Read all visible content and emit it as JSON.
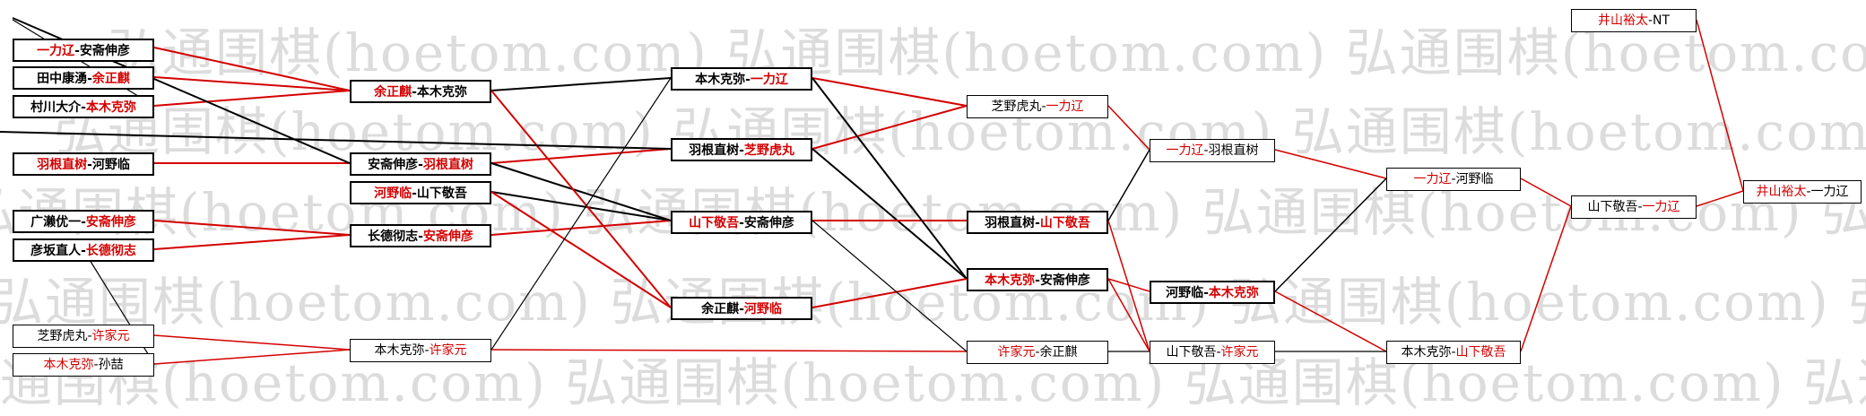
{
  "watermark": {
    "text": "弘通围棋(hoetom.com)"
  },
  "colors": {
    "winner": "#d40000",
    "loser": "#000000"
  },
  "nodes": {
    "r1_1": {
      "a": "一力辽",
      "sep": "-",
      "b": "安斋伸彦"
    },
    "r1_2": {
      "a": "田中康湧",
      "sep": "-",
      "b": "余正麒"
    },
    "r1_3": {
      "a": "村川大介",
      "sep": "-",
      "b": "本木克弥"
    },
    "r1_4": {
      "a": "羽根直树",
      "sep": "-",
      "b": "河野临"
    },
    "r1_5": {
      "a": "广濑优一",
      "sep": "-",
      "b": "安斋伸彦"
    },
    "r1_6": {
      "a": "彦坂直人",
      "sep": "-",
      "b": "长德彻志"
    },
    "r1_7": {
      "a": "芝野虎丸",
      "sep": "-",
      "b": "许家元"
    },
    "r1_8": {
      "a": "本木克弥",
      "sep": "-",
      "b": "孙喆"
    },
    "r2_1": {
      "a": "余正麒",
      "sep": "-",
      "b": "本木克弥"
    },
    "r2_2": {
      "a": "安斋伸彦",
      "sep": "-",
      "b": "羽根直树"
    },
    "r2_3": {
      "a": "河野临",
      "sep": "-",
      "b": "山下敬吾"
    },
    "r2_4": {
      "a": "长德彻志",
      "sep": "-",
      "b": "安斋伸彦"
    },
    "r2_5": {
      "a": "本木克弥",
      "sep": "-",
      "b": "许家元"
    },
    "r3_1": {
      "a": "本木克弥",
      "sep": "-",
      "b": "一力辽"
    },
    "r3_2": {
      "a": "羽根直树",
      "sep": "-",
      "b": "芝野虎丸"
    },
    "r3_3": {
      "a": "山下敬吾",
      "sep": "-",
      "b": "安斋伸彦"
    },
    "r3_4": {
      "a": "余正麒",
      "sep": "-",
      "b": "河野临"
    },
    "r4_1": {
      "a": "芝野虎丸",
      "sep": "-",
      "b": "一力辽"
    },
    "r4_2": {
      "a": "羽根直树",
      "sep": "-",
      "b": "山下敬吾"
    },
    "r4_3": {
      "a": "本木克弥",
      "sep": "-",
      "b": "安斋伸彦"
    },
    "r4_4": {
      "a": "许家元",
      "sep": "-",
      "b": "余正麒"
    },
    "r5_1": {
      "a": "一力辽",
      "sep": "-",
      "b": "羽根直树"
    },
    "r5_2": {
      "a": "河野临",
      "sep": "-",
      "b": "本木克弥"
    },
    "r5_3": {
      "a": "山下敬吾",
      "sep": "-",
      "b": "许家元"
    },
    "r6_1": {
      "a": "一力辽",
      "sep": "-",
      "b": "河野临"
    },
    "r6_2": {
      "a": "本木克弥",
      "sep": "-",
      "b": "山下敬吾"
    },
    "r7_1": {
      "a": "山下敬吾",
      "sep": "-",
      "b": "一力辽"
    },
    "r7_2": {
      "a": "井山裕太",
      "sep": "-",
      "b": "NT"
    },
    "final": {
      "a": "井山裕太",
      "sep": "-",
      "b": "一力辽"
    }
  }
}
